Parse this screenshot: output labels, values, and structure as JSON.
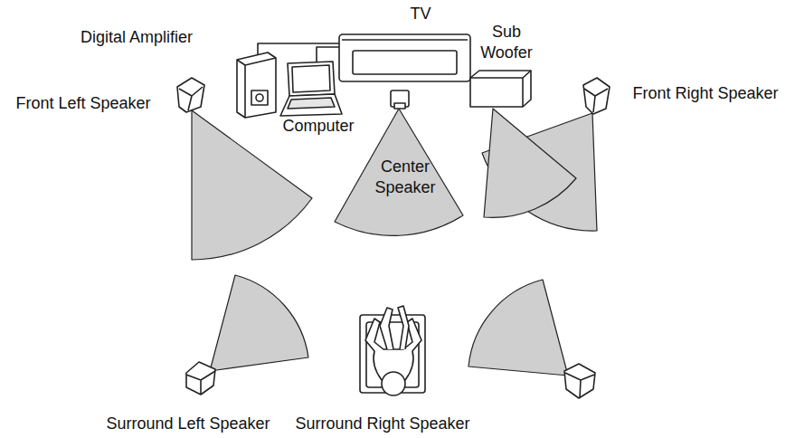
{
  "diagram": {
    "labels": [
      "TV",
      "Digital Amplifier",
      "Sub Woofer",
      "Front Left Speaker",
      "Computer",
      "Front Right Speaker",
      "Center Speaker",
      "Surround Left Speaker",
      "Surround Right Speaker"
    ]
  }
}
